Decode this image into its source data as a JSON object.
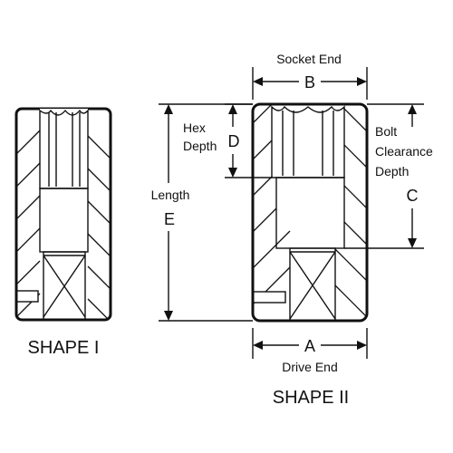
{
  "shape1": {
    "caption": "SHAPE I"
  },
  "shape2": {
    "caption": "SHAPE II"
  },
  "labels": {
    "socket_end": "Socket End",
    "B": "B",
    "hex": "Hex",
    "depth": "Depth",
    "D": "D",
    "bolt": "Bolt",
    "clearance": "Clearance",
    "depth2": "Depth",
    "C": "C",
    "length": "Length",
    "E": "E",
    "A": "A",
    "drive_end": "Drive End"
  },
  "colors": {
    "ink": "#111111",
    "background": "#ffffff"
  }
}
